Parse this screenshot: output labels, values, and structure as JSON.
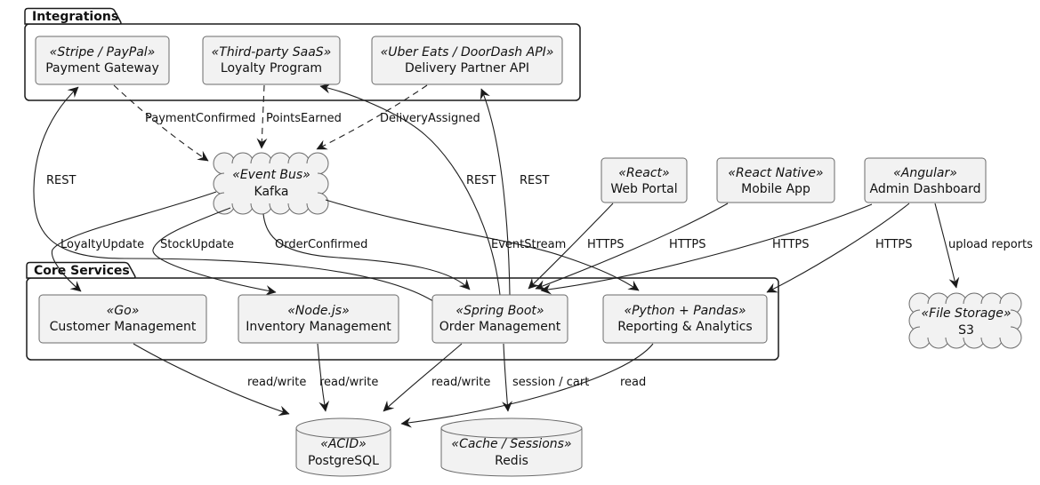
{
  "packages": {
    "integrations": {
      "label": "Integrations"
    },
    "core_services": {
      "label": "Core Services"
    }
  },
  "nodes": {
    "payment_gateway": {
      "stereotype": "«Stripe / PayPal»",
      "name": "Payment Gateway",
      "shape": "component"
    },
    "loyalty_program": {
      "stereotype": "«Third-party SaaS»",
      "name": "Loyalty Program",
      "shape": "component"
    },
    "delivery_partner_api": {
      "stereotype": "«Uber Eats / DoorDash API»",
      "name": "Delivery Partner API",
      "shape": "component"
    },
    "event_bus": {
      "stereotype": "«Event Bus»",
      "name": "Kafka",
      "shape": "cloud"
    },
    "web_portal": {
      "stereotype": "«React»",
      "name": "Web Portal",
      "shape": "component"
    },
    "mobile_app": {
      "stereotype": "«React Native»",
      "name": "Mobile App",
      "shape": "component"
    },
    "admin_dashboard": {
      "stereotype": "«Angular»",
      "name": "Admin Dashboard",
      "shape": "component"
    },
    "customer_management": {
      "stereotype": "«Go»",
      "name": "Customer Management",
      "shape": "component"
    },
    "inventory_management": {
      "stereotype": "«Node.js»",
      "name": "Inventory Management",
      "shape": "component"
    },
    "order_management": {
      "stereotype": "«Spring Boot»",
      "name": "Order Management",
      "shape": "component"
    },
    "reporting_analytics": {
      "stereotype": "«Python + Pandas»",
      "name": "Reporting & Analytics",
      "shape": "component"
    },
    "file_storage": {
      "stereotype": "«File Storage»",
      "name": "S3",
      "shape": "cloud"
    },
    "postgresql": {
      "stereotype": "«ACID»",
      "name": "PostgreSQL",
      "shape": "database"
    },
    "redis": {
      "stereotype": "«Cache / Sessions»",
      "name": "Redis",
      "shape": "database"
    }
  },
  "edges": {
    "payment_confirmed": {
      "from": "payment_gateway",
      "to": "event_bus",
      "label": "PaymentConfirmed",
      "style": "dashed"
    },
    "points_earned": {
      "from": "loyalty_program",
      "to": "event_bus",
      "label": "PointsEarned",
      "style": "dashed"
    },
    "delivery_assigned": {
      "from": "delivery_partner_api",
      "to": "event_bus",
      "label": "DeliveryAssigned",
      "style": "dashed"
    },
    "loyalty_update": {
      "from": "event_bus",
      "to": "customer_management",
      "label": "LoyaltyUpdate",
      "style": "solid"
    },
    "stock_update": {
      "from": "event_bus",
      "to": "inventory_management",
      "label": "StockUpdate",
      "style": "solid"
    },
    "order_confirmed": {
      "from": "event_bus",
      "to": "order_management",
      "label": "OrderConfirmed",
      "style": "solid"
    },
    "event_stream": {
      "from": "event_bus",
      "to": "reporting_analytics",
      "label": "EventStream",
      "style": "solid"
    },
    "rest_payment": {
      "from": "order_management",
      "to": "payment_gateway",
      "label": "REST",
      "style": "solid"
    },
    "rest_loyalty": {
      "from": "order_management",
      "to": "loyalty_program",
      "label": "REST",
      "style": "solid"
    },
    "rest_delivery": {
      "from": "order_management",
      "to": "delivery_partner_api",
      "label": "REST",
      "style": "solid"
    },
    "https_web": {
      "from": "web_portal",
      "to": "order_management",
      "label": "HTTPS",
      "style": "solid"
    },
    "https_mobile": {
      "from": "mobile_app",
      "to": "order_management",
      "label": "HTTPS",
      "style": "solid"
    },
    "https_admin_orders": {
      "from": "admin_dashboard",
      "to": "order_management",
      "label": "HTTPS",
      "style": "solid"
    },
    "https_admin_reporting": {
      "from": "admin_dashboard",
      "to": "reporting_analytics",
      "label": "HTTPS",
      "style": "solid"
    },
    "upload_reports": {
      "from": "admin_dashboard",
      "to": "file_storage",
      "label": "upload reports",
      "style": "solid"
    },
    "rw_customer": {
      "from": "customer_management",
      "to": "postgresql",
      "label": "read/write",
      "style": "solid"
    },
    "rw_inventory": {
      "from": "inventory_management",
      "to": "postgresql",
      "label": "read/write",
      "style": "solid"
    },
    "rw_order": {
      "from": "order_management",
      "to": "postgresql",
      "label": "read/write",
      "style": "solid"
    },
    "session_cart": {
      "from": "order_management",
      "to": "redis",
      "label": "session / cart",
      "style": "solid"
    },
    "read_reporting": {
      "from": "reporting_analytics",
      "to": "postgresql",
      "label": "read",
      "style": "solid"
    }
  },
  "colors": {
    "node_fill": "#f2f2f2",
    "node_border": "#6b6b6b",
    "package_border": "#1a1a1a",
    "edge": "#1f1f1f",
    "background": "#ffffff",
    "text": "#111111"
  }
}
